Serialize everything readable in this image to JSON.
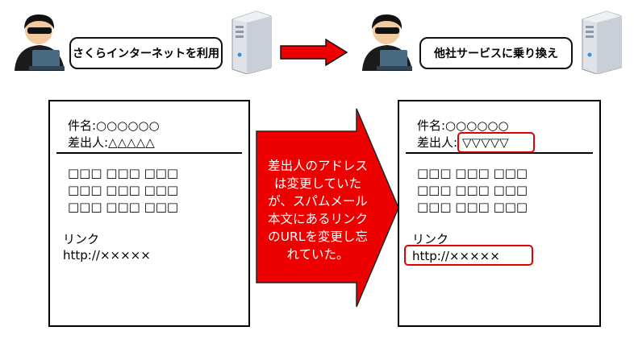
{
  "left_scene": {
    "label": "さくらインターネットを利用"
  },
  "right_scene": {
    "label": "他社サービスに乗り換え"
  },
  "left_email": {
    "subject": "件名:○○○○○○",
    "sender": "差出人:△△△△△",
    "body_lines": [
      "□□□ □□□ □□□",
      "□□□ □□□ □□□",
      "□□□ □□□ □□□"
    ],
    "link_label": "リンク",
    "link_url": "http://×××××"
  },
  "right_email": {
    "subject": "件名:○○○○○○",
    "sender_label": "差出人:",
    "sender_value": "▽▽▽▽▽",
    "body_lines": [
      "□□□ □□□ □□□",
      "□□□ □□□ □□□",
      "□□□ □□□ □□□"
    ],
    "link_label": "リンク",
    "link_url": "http://×××××"
  },
  "center_arrow": {
    "lines": [
      "差出人のアドレス",
      "は変更していた",
      "が、スパムメール",
      "本文にあるリンク",
      "のURLを変更し忘",
      "れていた。"
    ]
  },
  "colors": {
    "highlight": "#e00000",
    "arrow_fill": "#ee0000",
    "server": "#c9cfd6"
  }
}
